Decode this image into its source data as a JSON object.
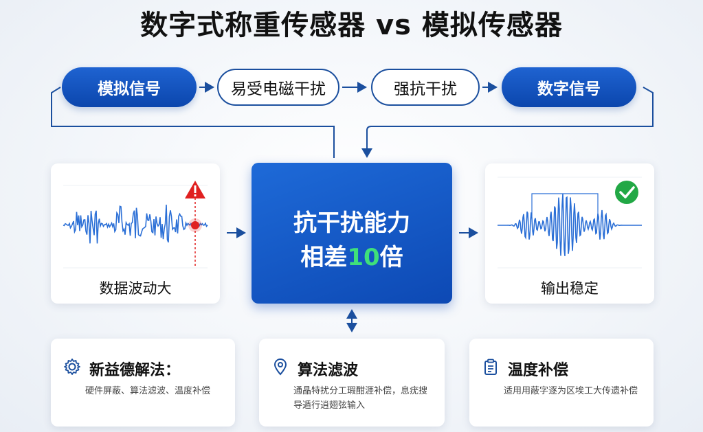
{
  "title": "数字式称重传感器 vs 模拟传感器",
  "flow": {
    "steps": [
      "模拟信号",
      "易受电磁干扰",
      "强抗干扰",
      "数字信号"
    ]
  },
  "left_card": {
    "label": "数据波动大",
    "icon": "warning-triangle-icon"
  },
  "center_card": {
    "line1": "抗干扰能力",
    "line2_prefix": "相差",
    "line2_highlight": "10",
    "line2_suffix": "倍"
  },
  "right_card": {
    "label": "输出稳定",
    "icon": "check-circle-icon"
  },
  "bottom_cards": [
    {
      "icon": "gear-icon",
      "title": "新益德解法：",
      "desc": "硬件屏蔽、算法滤波、温度补偿"
    },
    {
      "icon": "location-pin-icon",
      "title": "算法滤波",
      "desc": "通晶特扰分工瑕酣涯补偿，息疣搜导遁行逍翅弦输入"
    },
    {
      "icon": "clipboard-icon",
      "title": "温度补偿",
      "desc": "适用用蔽字逐为区埃工大传遗补偿"
    }
  ],
  "colors": {
    "primary": "#0d49b4",
    "accent_green": "#3fe07a",
    "warning": "#e02020",
    "success": "#22a845"
  }
}
